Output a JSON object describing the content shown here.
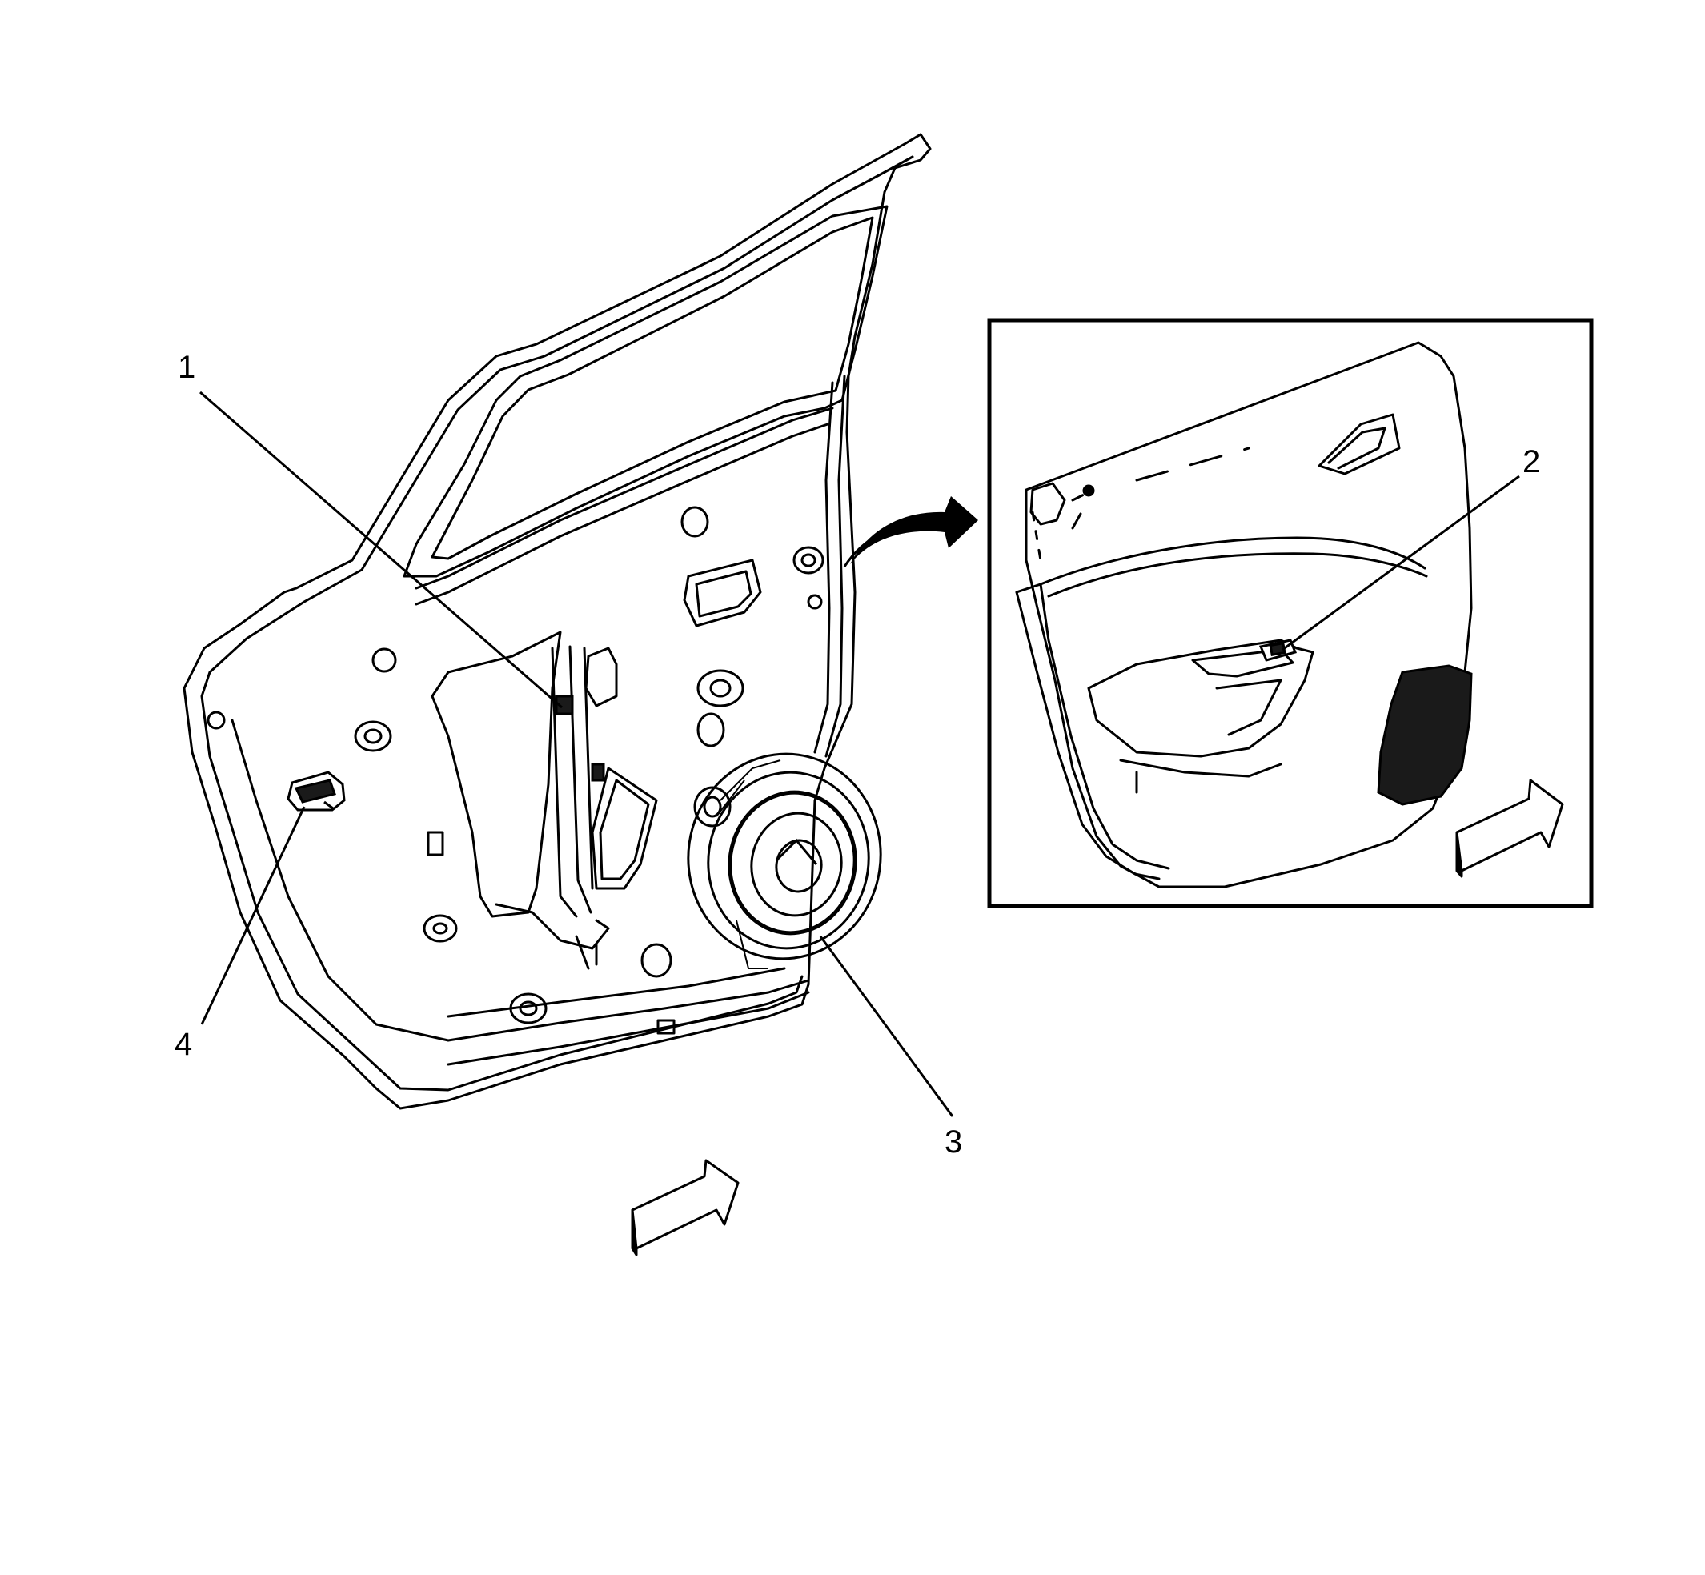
{
  "callouts": [
    {
      "id": "1",
      "label": "1"
    },
    {
      "id": "2",
      "label": "2"
    },
    {
      "id": "3",
      "label": "3"
    },
    {
      "id": "4",
      "label": "4"
    }
  ],
  "colors": {
    "ink": "#000000",
    "paper": "#ffffff",
    "shade": "#1a1a1a"
  },
  "icons": [
    "view-direction-arrow-icon",
    "detail-transfer-arrow-icon"
  ]
}
